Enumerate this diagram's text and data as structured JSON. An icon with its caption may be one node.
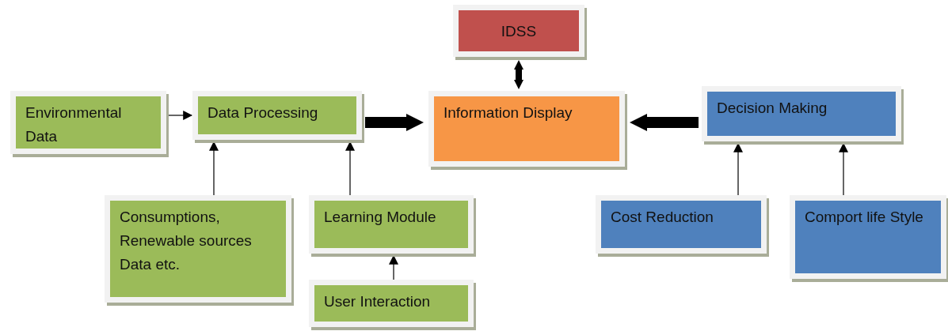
{
  "diagram": {
    "nodes": [
      {
        "text": [
          "IDSS"
        ]
      },
      {
        "text": [
          "Environmental Data"
        ]
      },
      {
        "text": [
          "Data Processing"
        ]
      },
      {
        "text": [
          "Information Display"
        ]
      },
      {
        "text": [
          "Decision Making"
        ]
      },
      {
        "text": [
          "Consumptions, Renewable sources Data etc."
        ]
      },
      {
        "text": [
          "Learning Module"
        ]
      },
      {
        "text": [
          "User Interaction"
        ]
      },
      {
        "text": [
          "Cost Reduction"
        ]
      },
      {
        "text": [
          "Comport life Style"
        ]
      }
    ],
    "edges": [
      {
        "from": 0,
        "to": 3,
        "arrow": "both",
        "style": "thick"
      },
      {
        "from": 1,
        "to": 2,
        "arrow": "to"
      },
      {
        "from": 2,
        "to": 3,
        "arrow": "to",
        "style": "thick"
      },
      {
        "from": 4,
        "to": 3,
        "arrow": "to",
        "style": "thick"
      },
      {
        "from": 5,
        "to": 2,
        "arrow": "to"
      },
      {
        "from": 6,
        "to": 2,
        "arrow": "to"
      },
      {
        "from": 7,
        "to": 6,
        "arrow": "to"
      },
      {
        "from": 8,
        "to": 4,
        "arrow": "to"
      },
      {
        "from": 9,
        "to": 4,
        "arrow": "to"
      }
    ]
  }
}
